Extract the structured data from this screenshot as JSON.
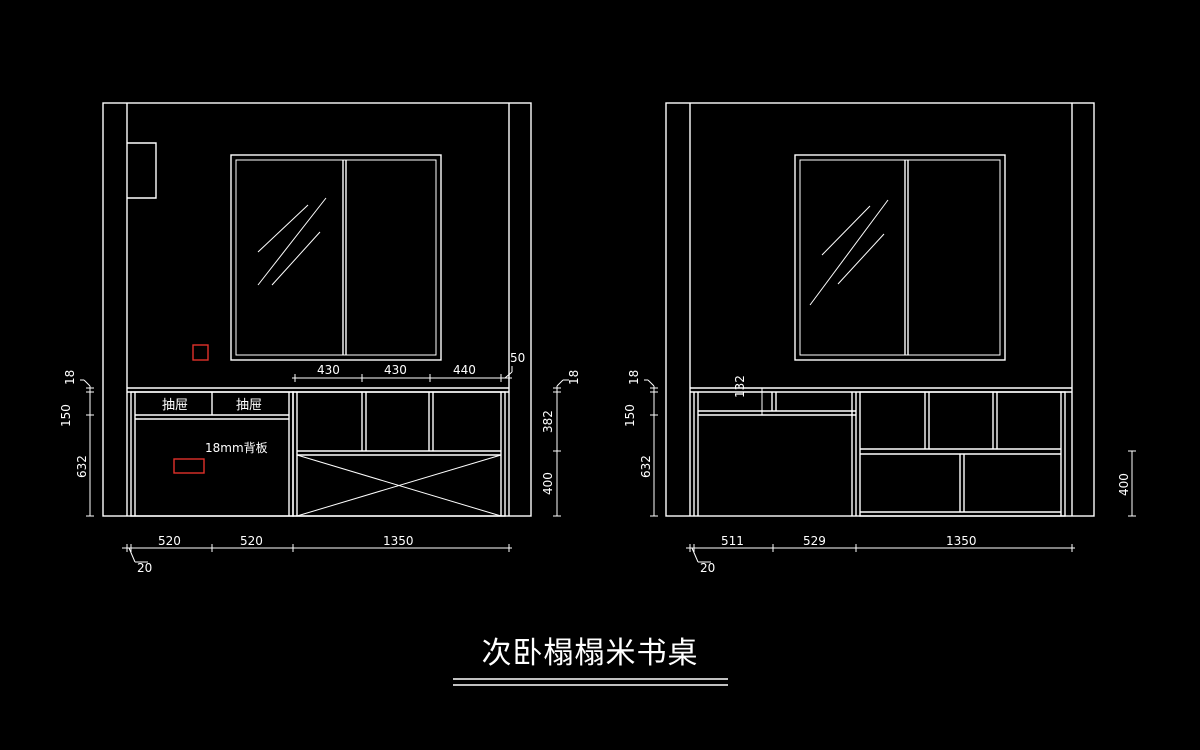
{
  "title": "次卧榻榻米书桌",
  "left_elevation": {
    "labels": {
      "drawer_1": "抽屉",
      "drawer_2": "抽屉",
      "back_panel": "18mm背板"
    },
    "dims_top": [
      "430",
      "430",
      "440",
      "50"
    ],
    "dims_left": [
      "18",
      "150",
      "632"
    ],
    "dims_right": [
      "18",
      "382",
      "400"
    ],
    "dims_bottom": [
      "520",
      "520",
      "1350"
    ],
    "dim_offset": "20"
  },
  "right_elevation": {
    "dims_inner": [
      "132"
    ],
    "dims_left": [
      "18",
      "150",
      "632"
    ],
    "dims_right": [
      "400"
    ],
    "dims_bottom": [
      "511",
      "529",
      "1350"
    ],
    "dim_offset": "20"
  }
}
